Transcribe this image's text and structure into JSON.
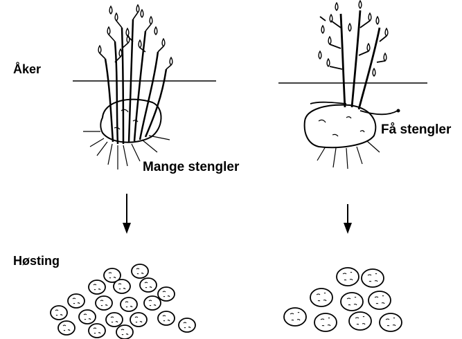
{
  "labels": {
    "field": "Åker",
    "many_stems": "Mange stengler",
    "few_stems": "Få stengler",
    "harvest": "Høsting"
  },
  "colors": {
    "ink": "#000000",
    "background": "#ffffff"
  },
  "panels": [
    {
      "id": "left",
      "stems": "many",
      "tuber_count": 19
    },
    {
      "id": "right",
      "stems": "few",
      "tuber_count": 9
    }
  ]
}
